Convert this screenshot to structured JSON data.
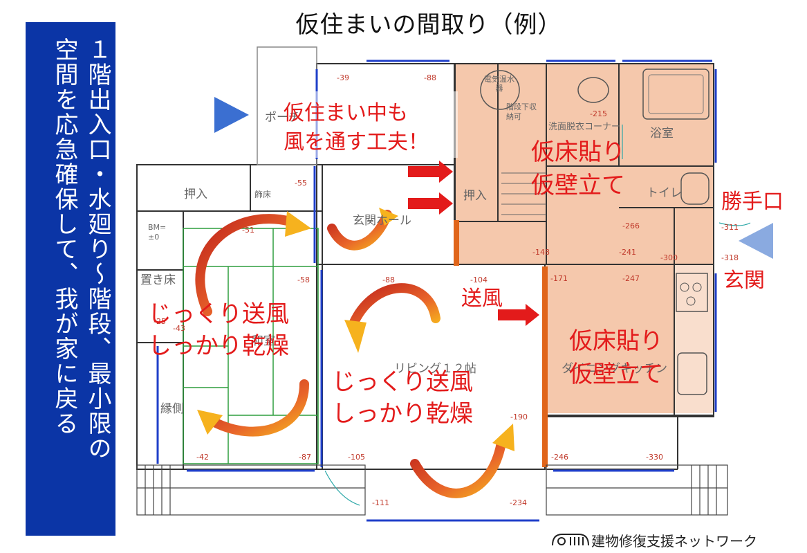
{
  "title": "仮住まいの間取り（例）",
  "side_panel": {
    "lines": [
      "１階出入口・水廻り～階段、最小限の",
      "空間を応急確保して、我が家に戻る"
    ]
  },
  "callouts": {
    "top_note_line1": "仮住まい中も",
    "top_note_line2": "風を通す工夫！",
    "floor_wall_1_line1": "仮床貼り",
    "floor_wall_1_line2": "仮壁立て",
    "floor_wall_2_line1": "仮床貼り",
    "floor_wall_2_line2": "仮壁立て",
    "dry_left_line1": "じっくり送風",
    "dry_left_line2": "しっかり乾燥",
    "dry_center_line1": "じっくり送風",
    "dry_center_line2": "しっかり乾燥",
    "airflow": "送風",
    "back_door": "勝手口",
    "entrance": "玄関"
  },
  "rooms": {
    "oshiire_left": "押入",
    "kazaridoko": "飾床",
    "tokonoma": "置き床",
    "washitsu": "和室",
    "engawa": "縁側",
    "genkan_hall": "玄関ホール",
    "oshiire_right": "押入",
    "denki_onsuiki": "電気温水器",
    "kaidan_shita": "階段下収納可",
    "senmen": "洗面脱衣コーナー",
    "yokushitsu": "浴室",
    "toilet": "トイレ",
    "living": "リビング１２帖",
    "dining": "ダイニングキッチン",
    "porch": "ポーチ",
    "bm_label": "BM=",
    "bm_value": "±0"
  },
  "dimensions": [
    "-39",
    "-88",
    "-215",
    "-55",
    "-51",
    "-266",
    "-311",
    "-148",
    "-241",
    "-300",
    "-318",
    "-58",
    "-88",
    "-104",
    "-171",
    "-247",
    "-43",
    "-190",
    "-42",
    "-87",
    "-105",
    "-246",
    "-330",
    "-111",
    "-234",
    "-25"
  ],
  "footer": {
    "org": "建物修復支援ネットワーク"
  },
  "colors": {
    "panel_blue": "#0b35a6",
    "callout_red": "#e31b1b",
    "highlight_orange": "#f2b690",
    "wall_blue": "#1f3fc9"
  }
}
